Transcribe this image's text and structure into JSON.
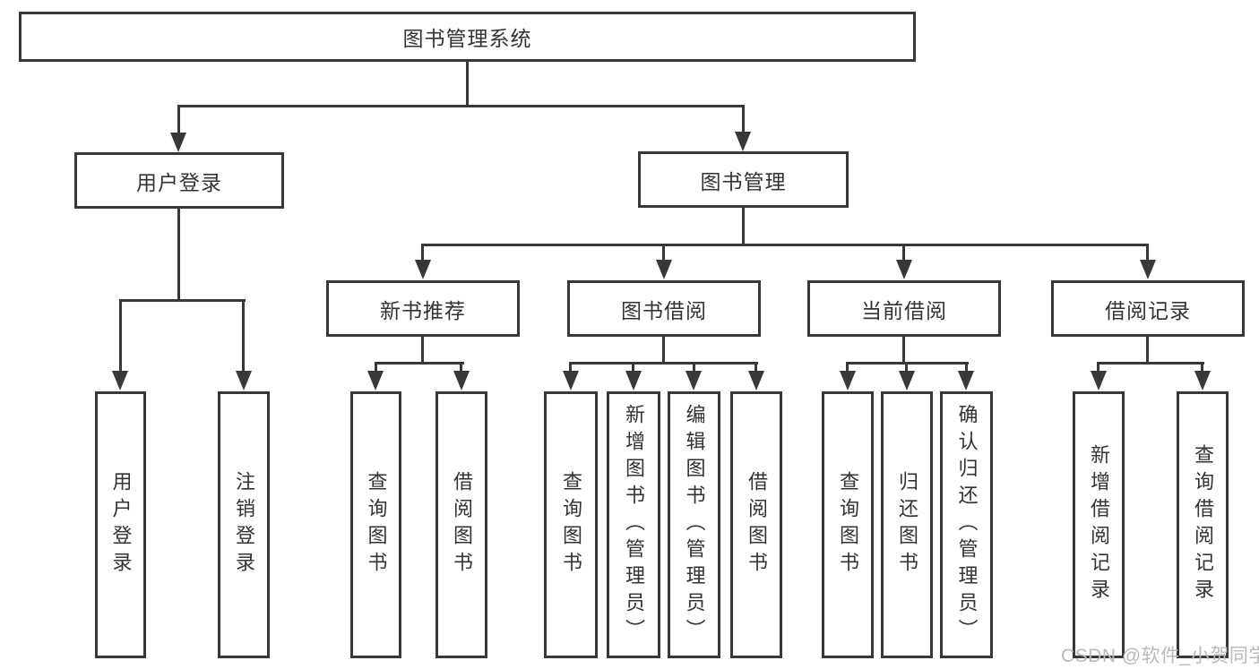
{
  "colors": {
    "line": "#383838",
    "box_border": "#383838",
    "text": "#333333",
    "watermark": "#b8babe",
    "background": "#ffffff"
  },
  "watermark": {
    "text": "CSDN @软件_小贺同学"
  },
  "tree": {
    "root": {
      "label": "图书管理系统"
    },
    "branches": [
      {
        "label": "用户登录",
        "children": [
          {
            "label": "用户登录"
          },
          {
            "label": "注销登录"
          }
        ]
      },
      {
        "label": "图书管理",
        "modules": [
          {
            "label": "新书推荐",
            "children": [
              {
                "label": "查询图书"
              },
              {
                "label": "借阅图书"
              }
            ]
          },
          {
            "label": "图书借阅",
            "children": [
              {
                "label": "查询图书"
              },
              {
                "label": "新增图书（管理员）"
              },
              {
                "label": "编辑图书（管理员）"
              },
              {
                "label": "借阅图书"
              }
            ]
          },
          {
            "label": "当前借阅",
            "children": [
              {
                "label": "查询图书"
              },
              {
                "label": "归还图书"
              },
              {
                "label": "确认归还（管理员）"
              }
            ]
          },
          {
            "label": "借阅记录",
            "children": [
              {
                "label": "新增借阅记录"
              },
              {
                "label": "查询借阅记录"
              }
            ]
          }
        ]
      }
    ]
  }
}
